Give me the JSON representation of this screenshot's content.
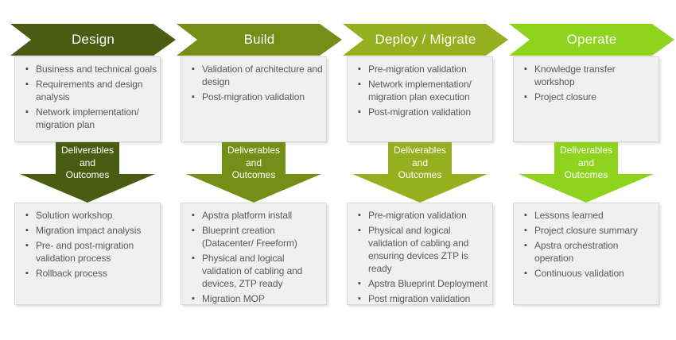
{
  "colors": {
    "background": "#ffffff",
    "box_bg": "#f0f0f0",
    "box_border": "#d8d8d8",
    "body_text": "#595959",
    "header_text": "#ffffff"
  },
  "shared": {
    "arrow_label": "Deliverables and Outcomes",
    "arrow_lines": [
      "Deliverables",
      "and",
      "Outcomes"
    ]
  },
  "columns": [
    {
      "title": "Design",
      "color": "#4a5b12",
      "top_items": [
        "Business and technical goals",
        "Requirements and design analysis",
        "Network implementation/ migration plan"
      ],
      "bottom_items": [
        "Solution workshop",
        "Migration impact analysis",
        "Pre- and post-migration validation process",
        "Rollback process"
      ]
    },
    {
      "title": "Build",
      "color": "#748e17",
      "top_items": [
        "Validation of architecture and design",
        "Post-migration validation"
      ],
      "bottom_items": [
        "Apstra platform install",
        "Blueprint creation (Datacenter/ Freeform)",
        "Physical and logical validation of cabling and devices, ZTP ready",
        "Migration MOP"
      ]
    },
    {
      "title": "Deploy / Migrate",
      "color": "#96af1e",
      "top_items": [
        "Pre-migration validation",
        "Network implementation/ migration plan execution",
        "Post-migration validation"
      ],
      "bottom_items": [
        "Pre-migration validation",
        "Physical and logical validation of cabling and ensuring devices ZTP is ready",
        "Apstra Blueprint Deployment",
        "Post migration validation"
      ]
    },
    {
      "title": "Operate",
      "color": "#8ed41f",
      "top_items": [
        "Knowledge transfer workshop",
        "Project closure"
      ],
      "bottom_items": [
        "Lessons learned",
        "Project closure summary",
        "Apstra orchestration operation",
        "Continuous validation"
      ]
    }
  ]
}
